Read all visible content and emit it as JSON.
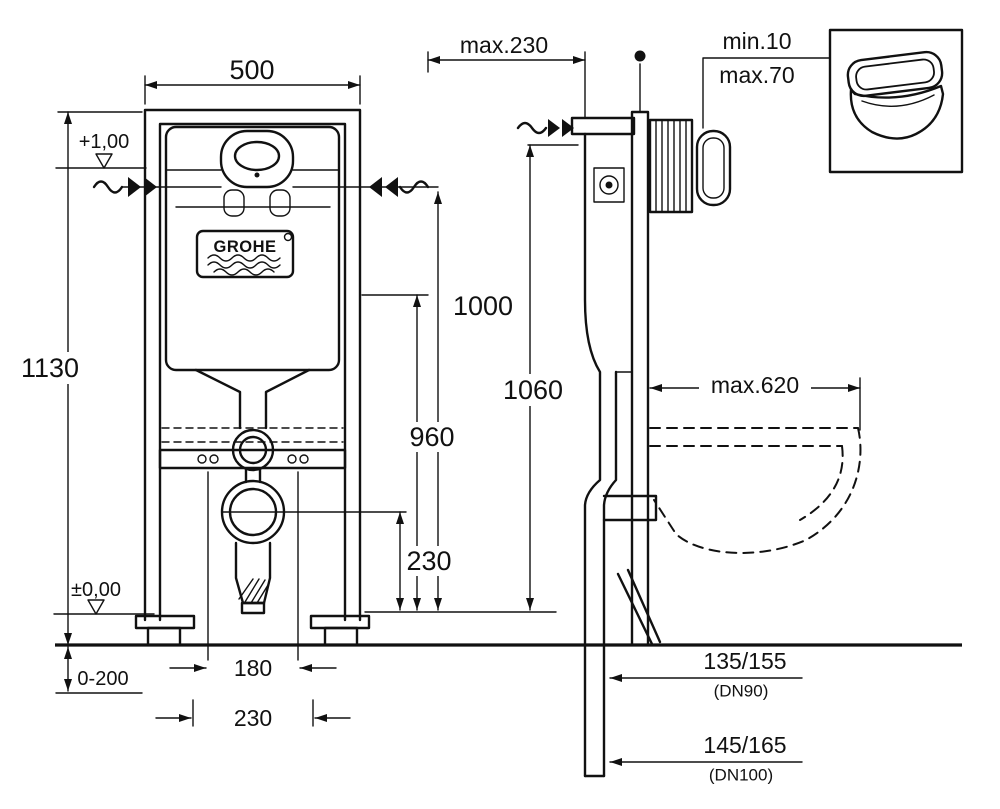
{
  "drawing": {
    "brand_logo": "GROHE",
    "front_view": {
      "frame_width": "500",
      "frame_height": "1130",
      "level_plus": "+1,00",
      "level_zero": "±0,00",
      "foot_adjustment": "0-200",
      "fixing_spacing_180": "180",
      "fixing_spacing_230": "230"
    },
    "heights": {
      "actuator": "1000",
      "frame_support": "960",
      "drain_outlet": "230",
      "water_supply": "1060"
    },
    "side_view": {
      "front_distance_max": "max.230",
      "wall_finish_min": "min.10",
      "wall_finish_max": "max.70",
      "wc_depth_max": "max.620",
      "outlet_dn90_value": "135/155",
      "outlet_dn90_name": "(DN90)",
      "outlet_dn100_value": "145/165",
      "outlet_dn100_name": "(DN100)"
    }
  }
}
